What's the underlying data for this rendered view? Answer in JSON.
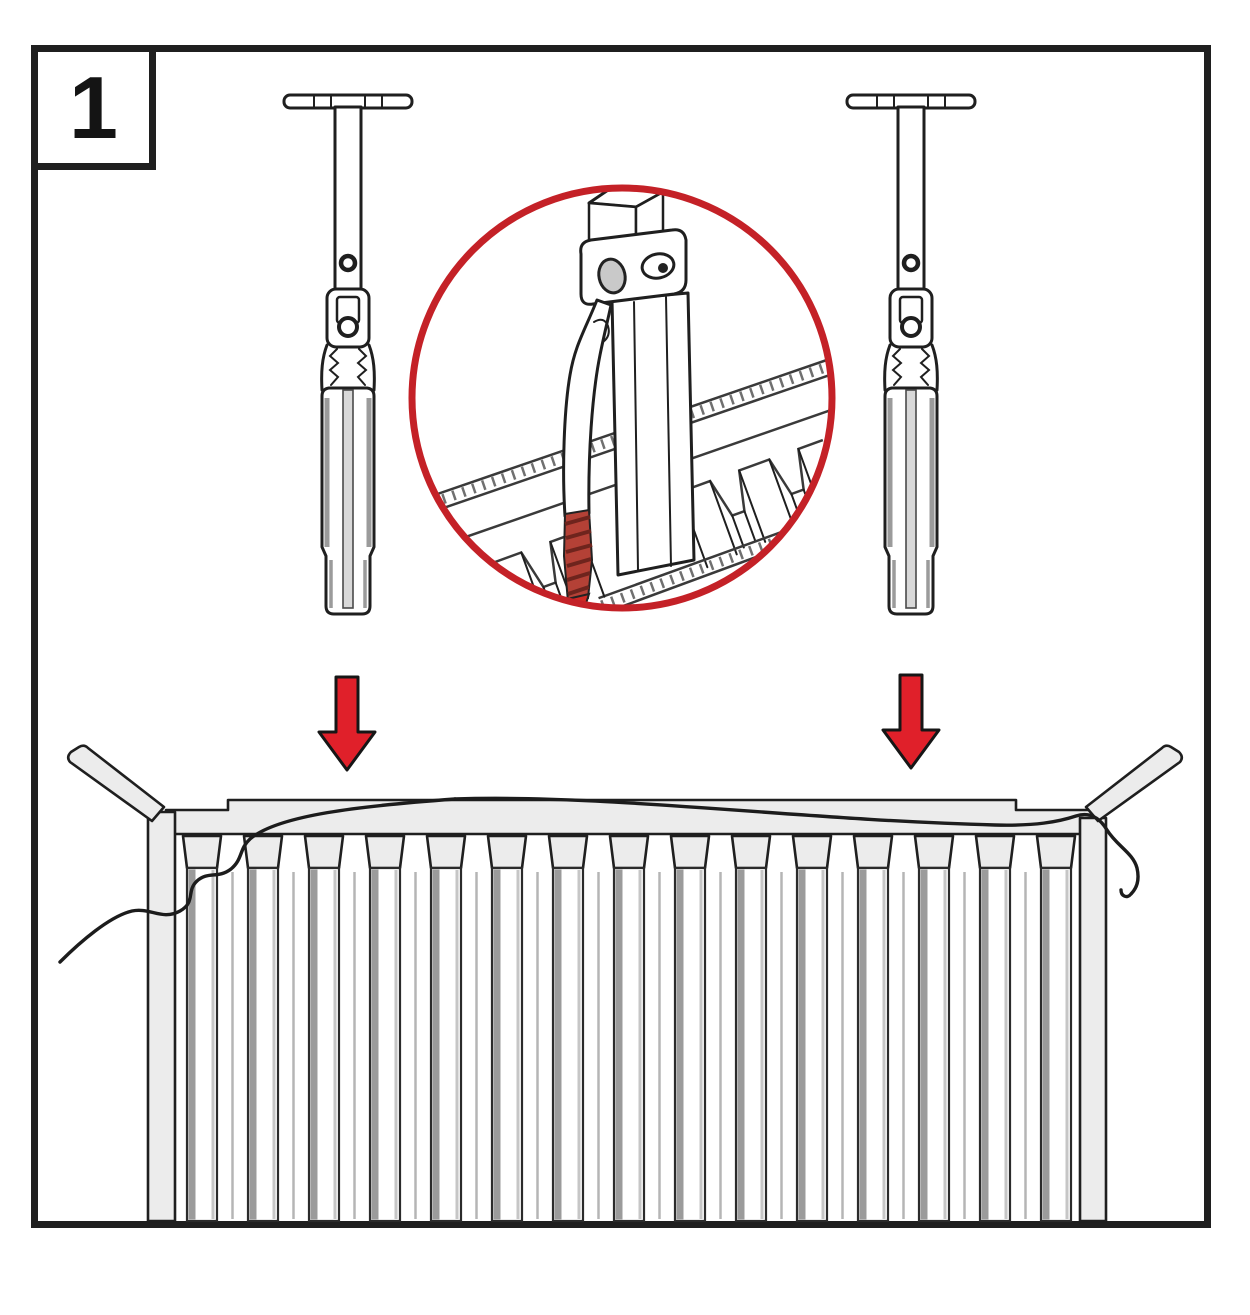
{
  "step": {
    "number": "1"
  },
  "colors": {
    "outline": "#1f1f1f",
    "panel": "#ececec",
    "shade": "#9b9b9b",
    "fin_line": "#c6c6c6",
    "gap_line": "#b5b5b5",
    "accent_red": "#c42127",
    "arrow_red": "#e0202a",
    "coil_red": "#b44136",
    "coil_dark": "#6e241d",
    "coil_tip": "#cf2b24",
    "rod_gray": "#d9d9d9",
    "cable": "#1c1c1c"
  },
  "figure": {
    "anchor_count": 2,
    "arrow_count": 2,
    "radiator": {
      "fin_count": 15
    }
  }
}
